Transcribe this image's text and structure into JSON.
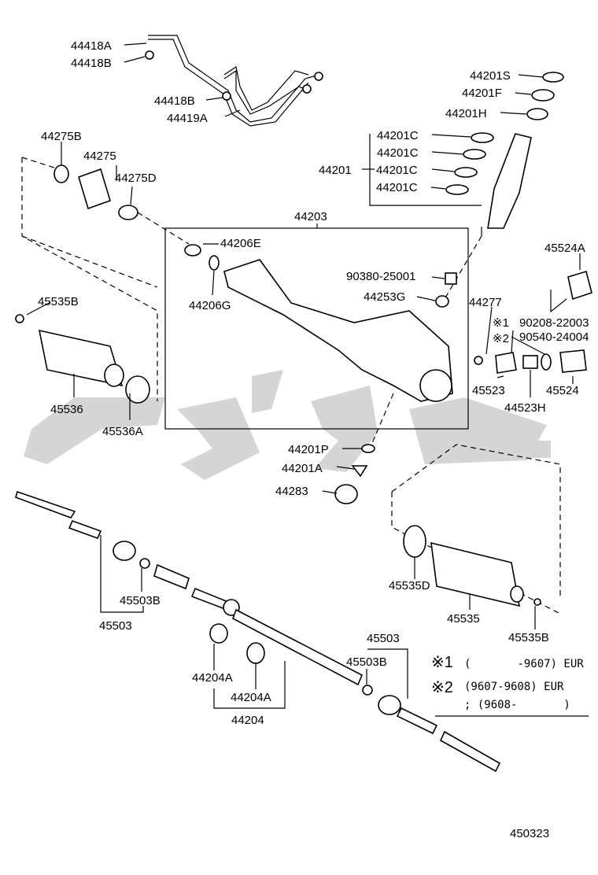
{
  "watermark_color": "#cfcfcf",
  "diagram_id": "450323",
  "labels": {
    "p44418A": "44418A",
    "p44418B_top": "44418B",
    "p44418B_mid": "44418B",
    "p44419A": "44419A",
    "p44201S": "44201S",
    "p44201F": "44201F",
    "p44201H": "44201H",
    "p44201C_1": "44201C",
    "p44201C_2": "44201C",
    "p44201C_3": "44201C",
    "p44201C_4": "44201C",
    "p44201": "44201",
    "p44275B": "44275B",
    "p44275": "44275",
    "p44275D": "44275D",
    "p44203": "44203",
    "p44206E": "44206E",
    "p44206G": "44206G",
    "p90380": "90380-25001",
    "p44253G": "44253G",
    "p44277": "44277",
    "p45524A": "45524A",
    "p90208": "90208-22003",
    "p90540": "90540-24004",
    "p45523": "45523",
    "p45524": "45524",
    "p44523H": "44523H",
    "p45535B_left": "45535B",
    "p45536": "45536",
    "p45536A": "45536A",
    "p44201P": "44201P",
    "p44201A": "44201A",
    "p44283": "44283",
    "p45535D": "45535D",
    "p45535": "45535",
    "p45535B_right": "45535B",
    "p45503B_left": "45503B",
    "p45503_left": "45503",
    "p44204A_1": "44204A",
    "p44204A_2": "44204A",
    "p44204": "44204",
    "p45503_right": "45503",
    "p45503B_right": "45503B"
  },
  "notes": {
    "mark1": "※1",
    "mark2": "※2",
    "mark1_small": "※1",
    "mark2_small": "※2",
    "line1": "(       -9607) EUR",
    "line2": "(9607-9608) EUR",
    "line3": "; (9608-       )"
  }
}
